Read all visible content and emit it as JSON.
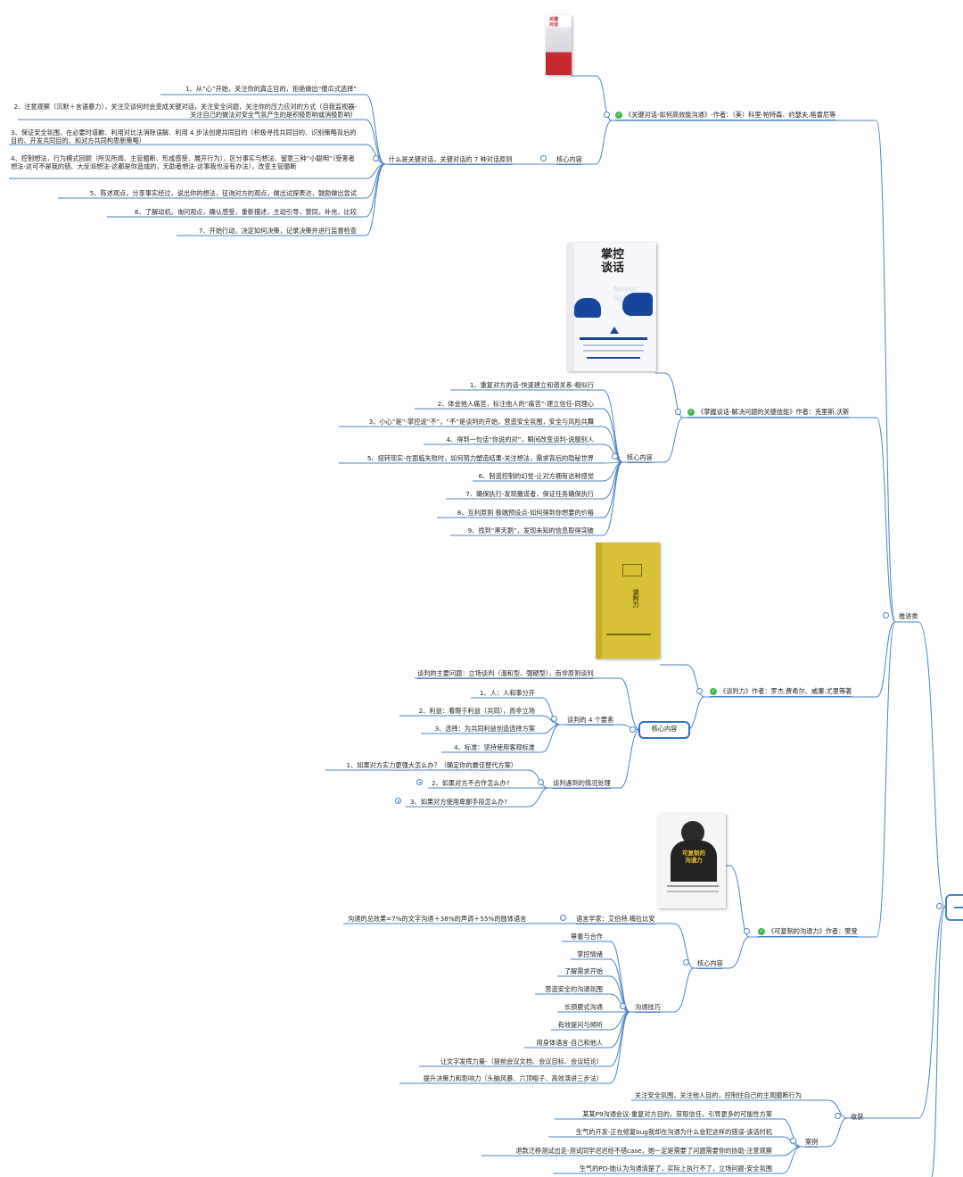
{
  "colors": {
    "line": "#4a83c4",
    "check": "#3cb64a"
  },
  "sections": {
    "push": "推进类",
    "harvest": "收获"
  },
  "books": [
    {
      "title": "《关键对话-如何高效能沟通》-作者：（美）科里·帕特森、约瑟夫.格雷尼等",
      "core": "核心内容",
      "sub": "什么是关键对话，关键对话的 7 种对话原则",
      "items": [
        "1、从“心”开始，关注你的真正目的，拒绝做出“傻瓜式选择”",
        "2、注意观察（沉默＋言语暴力），关注交谈何时会变成关键对话，关注安全问题，关注你的压力应对的方式（自我监视器-关注自己的做法对安全气氛产生的是积极影响或消极影响）",
        "3、保证安全氛围，在必要时道歉、利用对比法消除误解、利用 4 步法创建共同目的（积极寻找共同目的、识别策略背后的目的、开发共同目的、和对方共同构思新策略）",
        "4、控制想法，行为模式回顾（所见所闻、主管臆断、形成感受、展开行为），区分事实与想法、留意三种“小聪明”（受害者想法-这可不是我的错、大反派想法-这都是你造成的，无助者想法-这事我也没有办法），改变主管臆断",
        "5、陈述观点，分享事实经过，说出你的想法，征询对方的观点，做出试探表达，鼓励做出尝试",
        "6、了解动机，询问观点，确认感受，重新描述，主动引导，赞同，补充，比较",
        "7、开始行动，决定如何决策，记录决策并进行监督检查"
      ],
      "cover": {
        "t1": "关键",
        "t2": "对话"
      }
    },
    {
      "title": "《掌握谈话-解决问题的关键技能》作者：克里斯.沃斯",
      "core": "核心内容",
      "items": [
        "1、重复对方的话-快速建立和谐关系-相似行",
        "2、体会他人痛苦，标注他人的“痛苦”-建立信任-同理心",
        "3、小心“是”-掌控说“不”，“不”是谈判的开始，营造安全氛围，安全与风险共舞",
        "4、得到一句话“你说的对”，瞬间改变谈判-说服别人",
        "5、扭转现实-在面临失败时，如何努力塑造结果-关注想法，需求背后的隐秘世界",
        "6、制造控制的幻觉-让对方拥有这种感觉",
        "7、确保执行-发现撒谎者，保证任务确保执行",
        "8、互利原则 极端预设点-如何得到你想要的价格",
        "9、找到“黑天鹅”，发现未知的信息取得突破"
      ],
      "cover": {
        "t1": "掌控",
        "t2": "谈话",
        "word": "Never Split"
      }
    },
    {
      "title": "《谈判力》作者：罗杰.费希尔、威廉.尤里等著",
      "core": "核心内容",
      "top": "谈判的主要问题：立场谈判（温和型、强硬型），而非原则谈判",
      "g1": {
        "label": "谈判的 4 个要素",
        "items": [
          "1、人：人和事分开",
          "2、利益：着眼于利益（共同），而非立场",
          "3、选择：为共同利益创造选择方案",
          "4、标准：坚持使用客观标准"
        ]
      },
      "g2": {
        "label": "谈判遇到的情况处理",
        "items": [
          "1、如果对方实力更强大怎么办？（确定你的最佳替代方案）",
          "2、如果对方不合作怎么办?",
          "3、如果对方使用卑鄙手段怎么办?"
        ]
      },
      "cover": {
        "t1": "谈判力"
      }
    },
    {
      "title": "《可复制的沟通力》作者：樊登",
      "core": "核心内容",
      "ling": {
        "label": "语言学家：艾伯特.梅拉比安",
        "item": "沟通的总效果=7%的文字沟通＋38%的声调＋55%的肢体语言"
      },
      "tech": {
        "label": "沟通技巧",
        "items": [
          "尊重与合作",
          "掌控情绪",
          "了解需求开始",
          "营造安全的沟通氛围",
          "长颈鹿式沟通",
          "有效提问与倾听",
          "用身体语言-自己和他人",
          "让文字发挥力量-（提前会议文档、会议目标、会议结论）",
          "提升决策力和影响力（头脑风暴、六顶帽子、高效演讲三步法）"
        ]
      },
      "cover": {
        "t1": "可复制的",
        "t2": "沟通力"
      }
    }
  ],
  "harvest": {
    "top": "关注安全氛围，关注他人目的，控制住自己的主观臆断行为",
    "case": "案例",
    "cases": [
      "某某P9沟通会议-重复对方目的，获取信任，引导更多的可能性方案",
      "生气的开发-正在修复bug我却在沟通为什么会犯这样的错误-该话时机",
      "退款迁移测试出走-测试同学迟迟给不错case，她一定是需要了问题需要你的协助-注意观察",
      "生气的PD-她认为沟通清楚了，实际上执行不了，立场问题-安全氛围"
    ]
  }
}
